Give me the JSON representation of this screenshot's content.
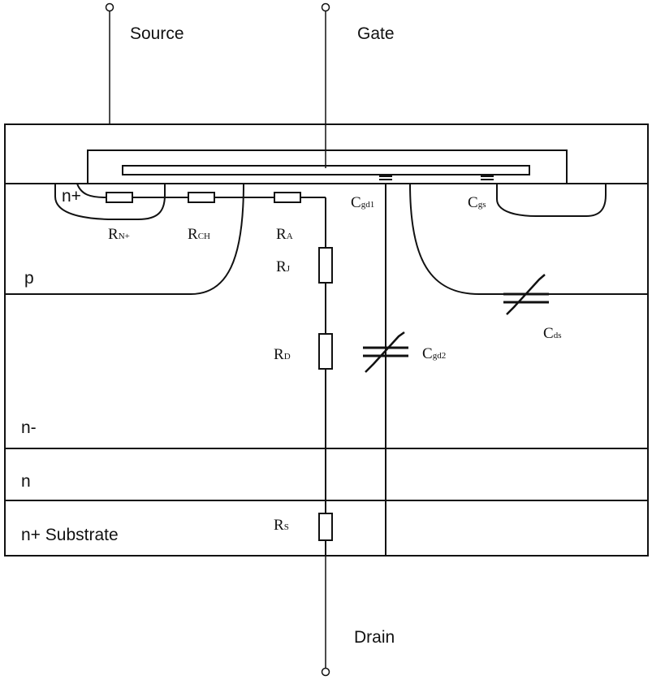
{
  "terminals": {
    "source": "Source",
    "gate": "Gate",
    "drain": "Drain"
  },
  "regions": {
    "n_plus_well": "n+",
    "p_body": "p",
    "n_minus_drift": "n-",
    "n_buffer": "n",
    "n_plus_substrate": "n+ Substrate"
  },
  "resistors": {
    "rn_plus": {
      "main": "R",
      "sub": "N+"
    },
    "rch": {
      "main": "R",
      "sub": "CH"
    },
    "ra": {
      "main": "R",
      "sub": "A"
    },
    "rj": {
      "main": "R",
      "sub": "J"
    },
    "rd": {
      "main": "R",
      "sub": "D"
    },
    "rs": {
      "main": "R",
      "sub": "S"
    }
  },
  "capacitors": {
    "cgd1": {
      "main": "C",
      "sub": "gd1"
    },
    "cgs": {
      "main": "C",
      "sub": "gs"
    },
    "cgd2": {
      "main": "C",
      "sub": "gd2"
    },
    "cds": {
      "main": "C",
      "sub": "ds"
    }
  },
  "colors": {
    "stroke": "#111111",
    "background": "#ffffff"
  }
}
